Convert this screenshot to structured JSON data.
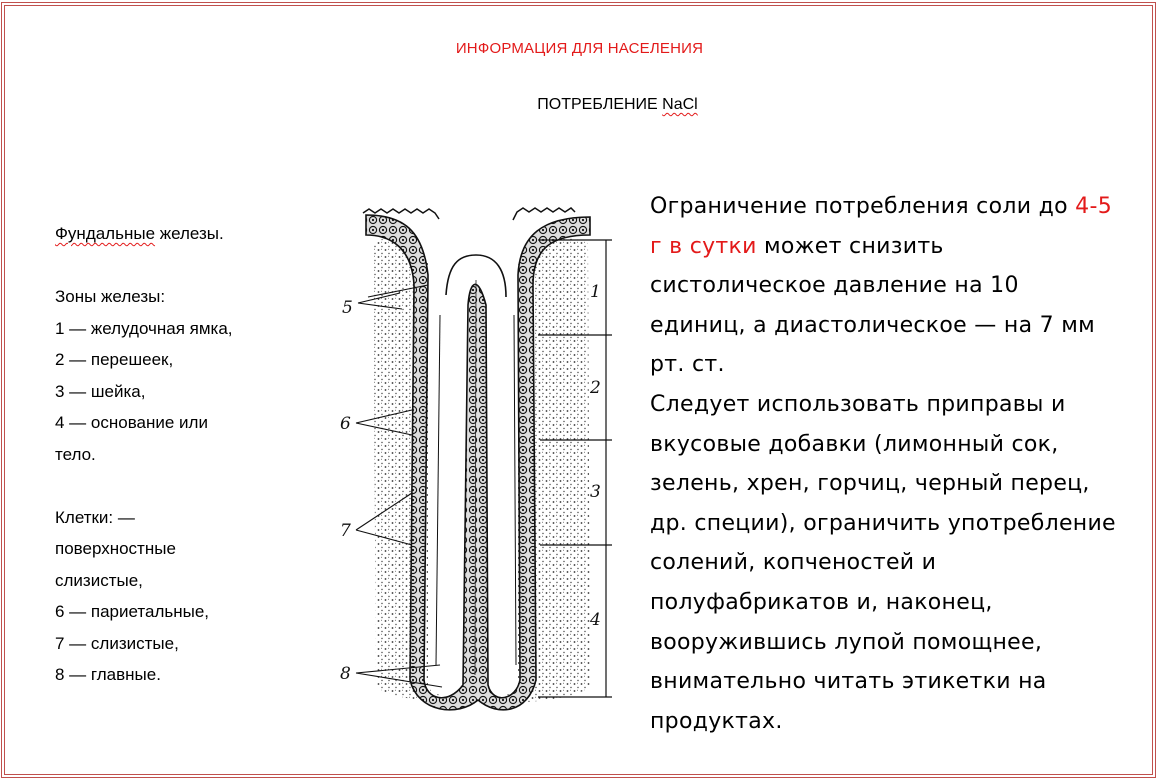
{
  "header": {
    "title": "ИНФОРМАЦИЯ ДЛЯ НАСЕЛЕНИЯ",
    "subtitle_prefix": "ПОТРЕБЛЕНИЕ ",
    "subtitle_formula": "NaCl"
  },
  "left": {
    "glands_word": "Фундальные",
    "glands_rest": " железы.",
    "zones_title": "Зоны железы:",
    "zones": [
      "1 — желудочная ямка,",
      "2 — перешеек,",
      "3 — шейка,",
      "4 — основание или",
      "тело."
    ],
    "cells": [
      "Клетки: —",
      "поверхностные",
      "слизистые,",
      "6 — париетальные,",
      "7 — слизистые,",
      "8 — главные."
    ]
  },
  "figure": {
    "zone_marks": [
      "1",
      "2",
      "3",
      "4"
    ],
    "pointer_labels": [
      "5",
      "6",
      "7",
      "8"
    ]
  },
  "right": {
    "p1_a": "Ограничение потребления соли до ",
    "p1_highlight": "4-5 г в сутки",
    "p1_b": " может снизить систолическое давление на 10 единиц, а диастолическое — на 7 мм рт. ст.",
    "p2": "Следует использовать приправы и вкусовые добавки (лимонный сок, зелень, хрен, горчиц, черный перец, др. специи), ограничить употребление солений, копченостей и полуфабрикатов и, наконец, вооружившись лупой помощнее, внимательно читать этикетки на продуктах."
  },
  "colors": {
    "accent": "#e31a1a",
    "border": "#c0504d"
  }
}
